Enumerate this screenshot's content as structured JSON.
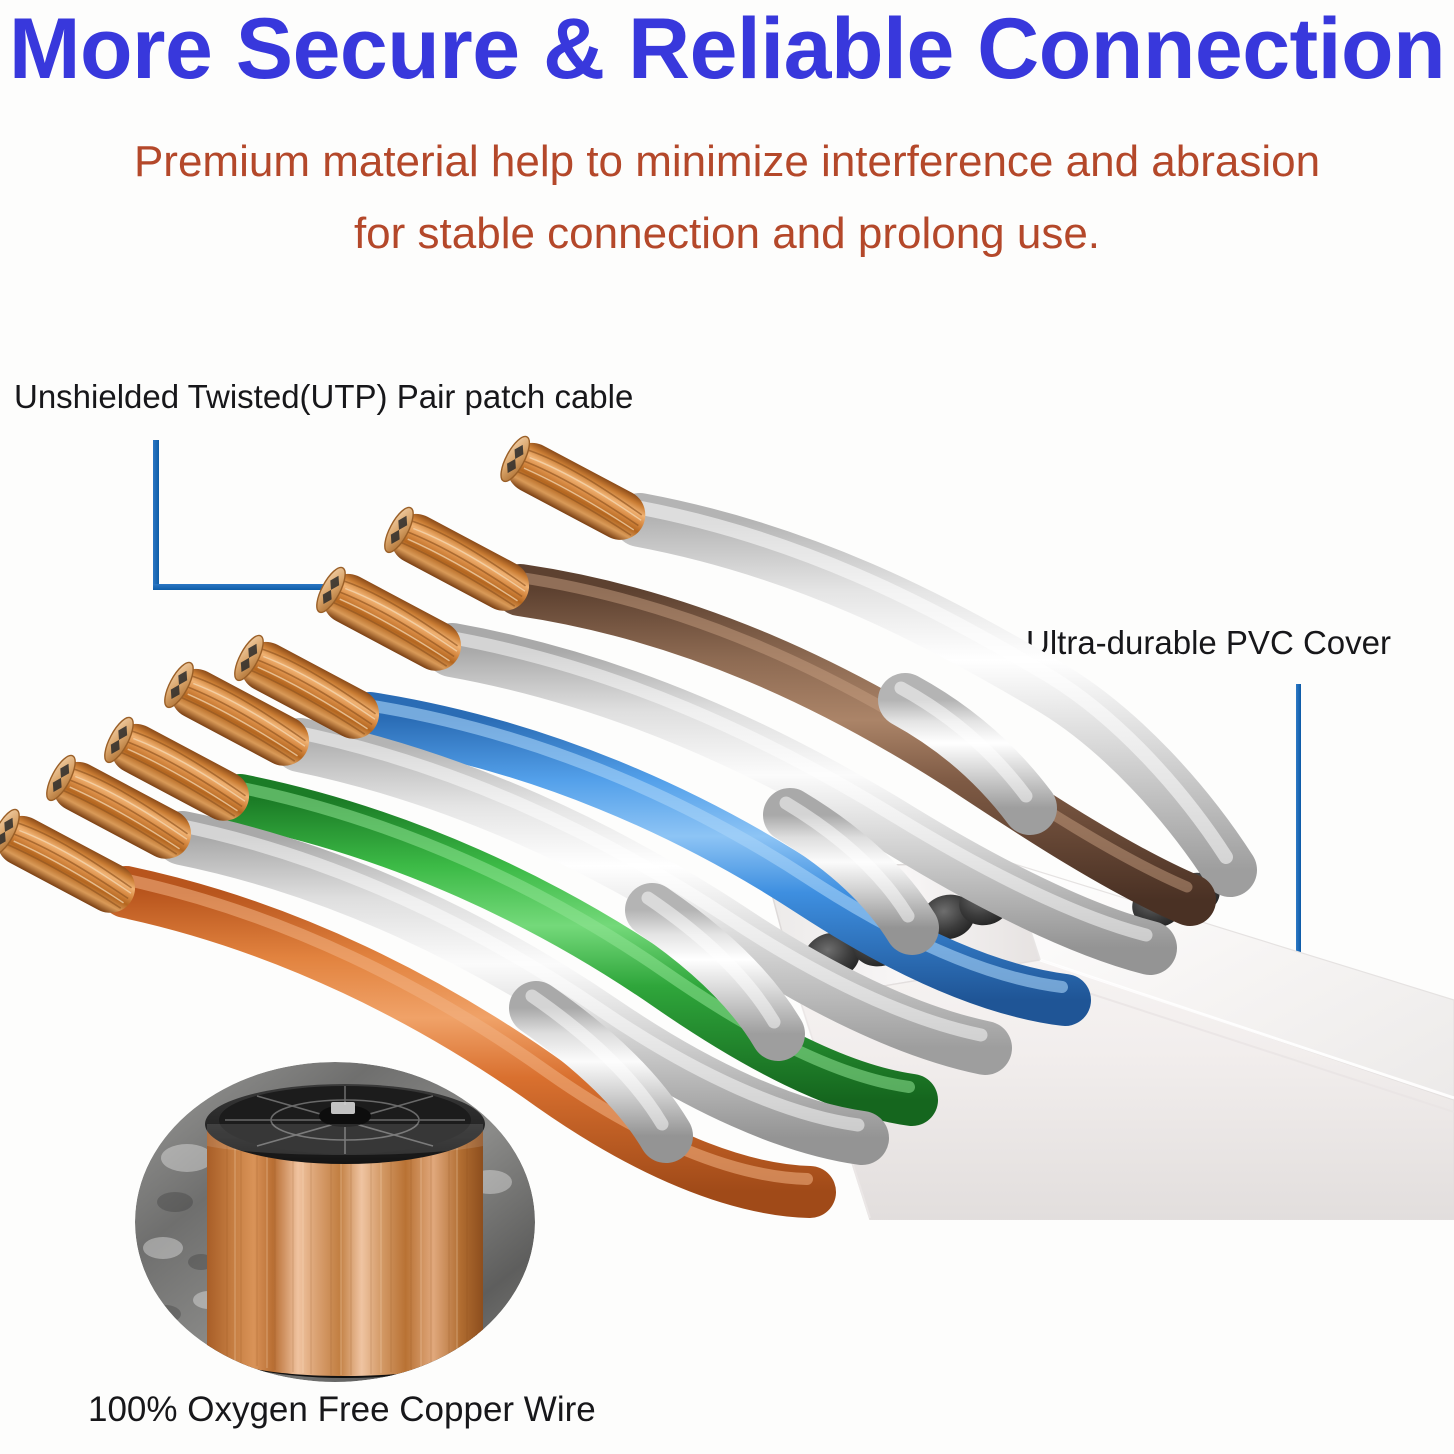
{
  "headline": "More Secure & Reliable Connection",
  "subtitle": {
    "line1": "Premium material help to minimize interference and abrasion",
    "line2": "for stable connection and prolong use."
  },
  "callouts": {
    "utp": {
      "label": "Unshielded Twisted(UTP) Pair patch cable",
      "line": "elbow-line-left"
    },
    "pvc": {
      "label": "Ultra-durable PVC Cover",
      "line": "vertical-line-right"
    },
    "copper": {
      "label": "100% Oxygen Free Copper Wire",
      "line": "none"
    }
  },
  "colors": {
    "headline": "#3838DC",
    "subtitle": "#B4482A",
    "callout_text": "#17171A",
    "callout_line": "#1868B8",
    "background": "#FDFDFC",
    "wire_orange": "#D9702F",
    "wire_green": "#2FA63B",
    "wire_blue": "#3E8FE0",
    "wire_brown": "#7E5A44",
    "wire_white": "#DCDCDC",
    "copper": "#C4762F",
    "pvc_jacket": "#F3F1F0"
  },
  "artwork": {
    "product": "flat UTP Cat ethernet patch cable cutaway",
    "pair_count": 4,
    "conductor_count": 8,
    "pairs": [
      {
        "name": "brown-pair",
        "color_label": "Brown",
        "color": "#7E5A44",
        "mate": "White/Brown"
      },
      {
        "name": "blue-pair",
        "color_label": "Blue",
        "color": "#3E8FE0",
        "mate": "White/Blue"
      },
      {
        "name": "green-pair",
        "color_label": "Green",
        "color": "#2FA63B",
        "mate": "White/Green"
      },
      {
        "name": "orange-pair",
        "color_label": "Orange",
        "color": "#D9702F",
        "mate": "White/Orange"
      }
    ],
    "jacket": "flat white PVC cover",
    "conductor_type": "stranded bare copper"
  },
  "spool_photo": {
    "subject": "spool of oxygen free copper wire",
    "shape": "ellipse-crop",
    "background": "concrete floor"
  }
}
